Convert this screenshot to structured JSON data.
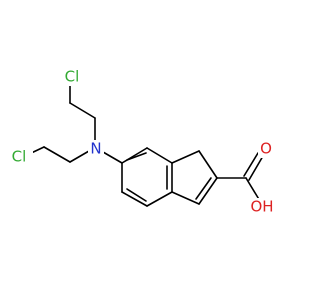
{
  "molecule": {
    "atoms": {
      "cl_top": {
        "text": "Cl",
        "color": "#33aa33"
      },
      "cl_left": {
        "text": "Cl",
        "color": "#33aa33"
      },
      "nitrogen": {
        "text": "N",
        "color": "#2233cc"
      },
      "oxygen_carbonyl": {
        "text": "O",
        "color": "#dd2222"
      },
      "hydroxyl": {
        "text": "OH",
        "color": "#dd2222"
      }
    },
    "bond_color": "#000000",
    "background": "#ffffff"
  }
}
